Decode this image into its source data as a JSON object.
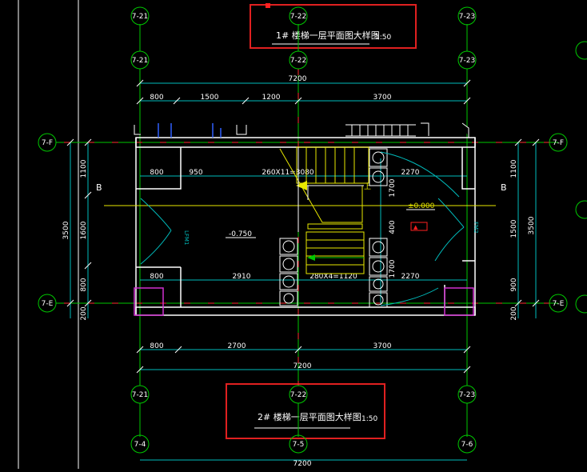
{
  "title_top": {
    "name": "1# 楼梯一层平面图大样图",
    "scale": "1:50"
  },
  "title_bottom": {
    "name": "2# 楼梯一层平面图大样图",
    "scale": "1:50"
  },
  "bubbles": {
    "top_row": [
      "7-21",
      "7-22",
      "7-23"
    ],
    "second_row": [
      "7-21",
      "7-22",
      "7-23"
    ],
    "bottom_row": [
      "7-21",
      "7-22",
      "7-23"
    ],
    "last_row": [
      "7-4",
      "7-5",
      "7-6"
    ],
    "left_f": "7-F",
    "left_e": "7-E",
    "right_f": "7-F",
    "right_e": "7-E"
  },
  "dims_top": {
    "total": "7200",
    "d1": "800",
    "d2": "1500",
    "d3": "1200",
    "d4": "3700"
  },
  "dims_inner_top": {
    "d1": "800",
    "d2": "950",
    "d3": "260X11=3080",
    "d4": "2270"
  },
  "dims_inner_bottom": {
    "d1": "800",
    "d2": "2910",
    "d3": "280X4=1120",
    "d4": "2270"
  },
  "dims_bottom": {
    "d1": "800",
    "d2": "2700",
    "d3": "3700",
    "total": "7200",
    "total2": "7200"
  },
  "dims_left": {
    "d1": "1100",
    "d2": "1600",
    "d3": "800",
    "d4": "200",
    "total": "3500"
  },
  "dims_right": {
    "d1": "1100",
    "d2": "1500",
    "d3": "900",
    "d4": "200",
    "total": "3500"
  },
  "dims_stair_vert": {
    "d1": "1700",
    "d2": "400",
    "d3": "1700"
  },
  "section_marks": {
    "left": "B",
    "right": "B"
  },
  "elevations": {
    "left": "-0.750",
    "right": "±0.000"
  },
  "door_tags": {
    "left": "LFM1",
    "right": "FM2"
  },
  "arrow_mark": "上",
  "equipment_tag": "▲"
}
